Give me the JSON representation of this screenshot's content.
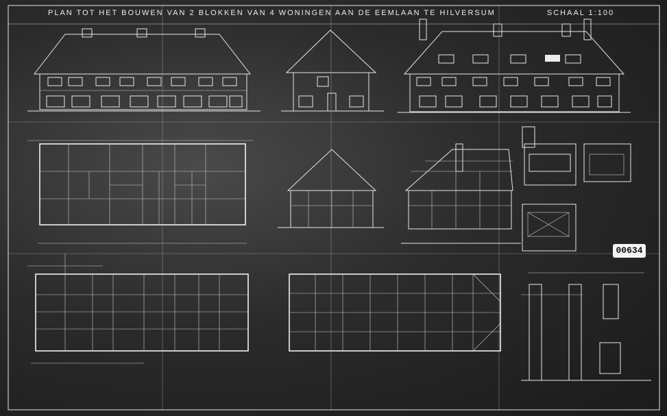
{
  "sheet": {
    "title": "PLAN TOT HET BOUWEN VAN 2 BLOKKEN VAN 4 WONINGEN AAN DE EEMLAAN TE HILVERSUM",
    "scale": "SCHAAL 1:100",
    "reference_number": "00634"
  }
}
